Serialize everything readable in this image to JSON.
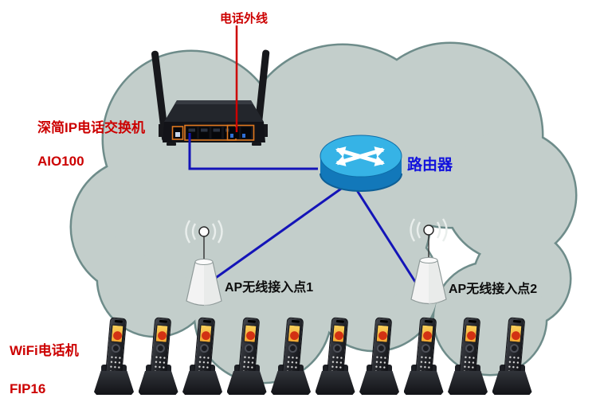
{
  "title": "WiFi IP telephony network topology diagram",
  "labels": {
    "phone_outside_line": "电话外线",
    "pbx_name": "深简IP电话交换机",
    "pbx_model": "AIO100",
    "router": "路由器",
    "ap1": "AP无线接入点1",
    "ap2": "AP无线接入点2",
    "wifi_phone": "WiFi电话机",
    "wifi_phone_model": "FIP16"
  },
  "colors": {
    "label-red": "#cc0000",
    "label-blue": "#1212dd",
    "label-black": "#0d0d0d",
    "line-blue": "#1414b8",
    "line-red": "#cc0000",
    "cloud-fill": "#c3cecb",
    "cloud-stroke": "#6e8c8a",
    "router-top": "#36b3e6",
    "router-body": "#1278ba",
    "port-orange": "#e0781f",
    "phone-screen": "#f2a832"
  },
  "devices": {
    "pbx": {
      "icon": "wireless-pbx-device-icon",
      "label_ref": "pbx_name"
    },
    "router": {
      "icon": "cisco-router-icon",
      "label_ref": "router"
    },
    "access_points": [
      {
        "icon": "access-point-cone-icon",
        "label_ref": "ap1"
      },
      {
        "icon": "access-point-cone-icon",
        "label_ref": "ap2"
      }
    ],
    "phones": {
      "icon": "wifi-handset-icon",
      "count": 10
    }
  },
  "connections": [
    {
      "from": "telephone-outside-line",
      "to": "pbx",
      "color_ref": "line-red"
    },
    {
      "from": "pbx",
      "to": "router",
      "color_ref": "line-blue"
    },
    {
      "from": "router",
      "to": "ap1",
      "color_ref": "line-blue"
    },
    {
      "from": "router",
      "to": "ap2",
      "color_ref": "line-blue"
    }
  ]
}
